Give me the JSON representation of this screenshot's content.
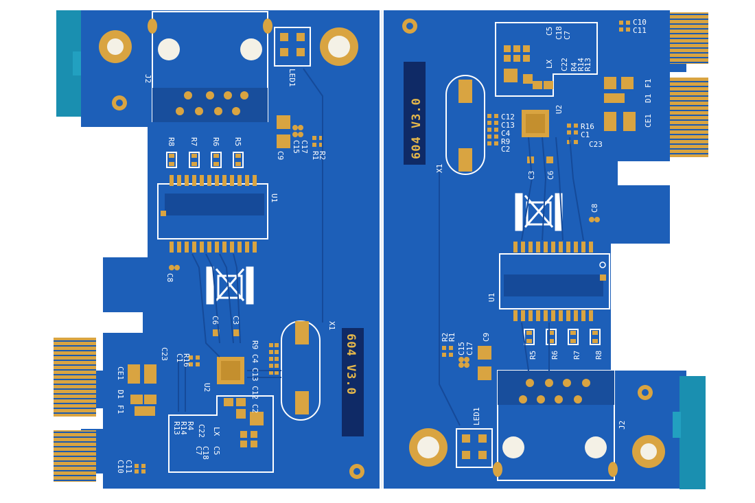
{
  "board_version": "604 V3.0",
  "left_board": {
    "labels": {
      "j2": "J2",
      "led": "LED1",
      "r8": "R8",
      "r7": "R7",
      "r6": "R6",
      "r5": "R5",
      "c9": "C9",
      "c15": "C15",
      "c17": "C17",
      "r1": "R1",
      "r2": "R2",
      "u1": "U1",
      "c8": "C8",
      "c6": "C6",
      "c3": "C3",
      "x1": "X1",
      "c23": "C23",
      "c1": "C1",
      "r16": "R16",
      "u2": "U2",
      "ce1": "CE1",
      "d1": "D1",
      "f1": "F1",
      "r13": "R13",
      "r14": "R14",
      "r4": "R4",
      "c22": "C22",
      "lx": "LX",
      "c18": "C18",
      "c5": "C5",
      "c7": "C7",
      "c10": "C10",
      "c11": "C11",
      "cap_stack": "R9 C4 C13 C12 C2"
    }
  },
  "right_board": {
    "labels": {
      "c10": "C10",
      "c11": "C11",
      "c5": "C5",
      "c18": "C18",
      "c7": "C7",
      "lx": "LX",
      "c22": "C22",
      "r4": "R4",
      "r14": "R14",
      "r13": "R13",
      "d1": "D1",
      "f1": "F1",
      "ce1": "CE1",
      "c12": "C12",
      "c13": "C13",
      "c4": "C4",
      "r9": "R9",
      "c2": "C2",
      "u2": "U2",
      "r16": "R16",
      "c1": "C1",
      "c23": "C23",
      "x1": "X1",
      "c3": "C3",
      "c6": "C6",
      "c8": "C8",
      "u1": "U1",
      "r2": "R2",
      "r1": "R1",
      "c15": "C15",
      "c17": "C17",
      "c9": "C9",
      "r5": "R5",
      "r6": "R6",
      "r7": "R7",
      "r8": "R8",
      "led": "LED1",
      "j2": "J2"
    }
  },
  "colors": {
    "board": "#1d5fb8",
    "board_dark": "#154a99",
    "gold": "#d9a441",
    "silk": "#ffffff",
    "background": "#ffffff"
  }
}
